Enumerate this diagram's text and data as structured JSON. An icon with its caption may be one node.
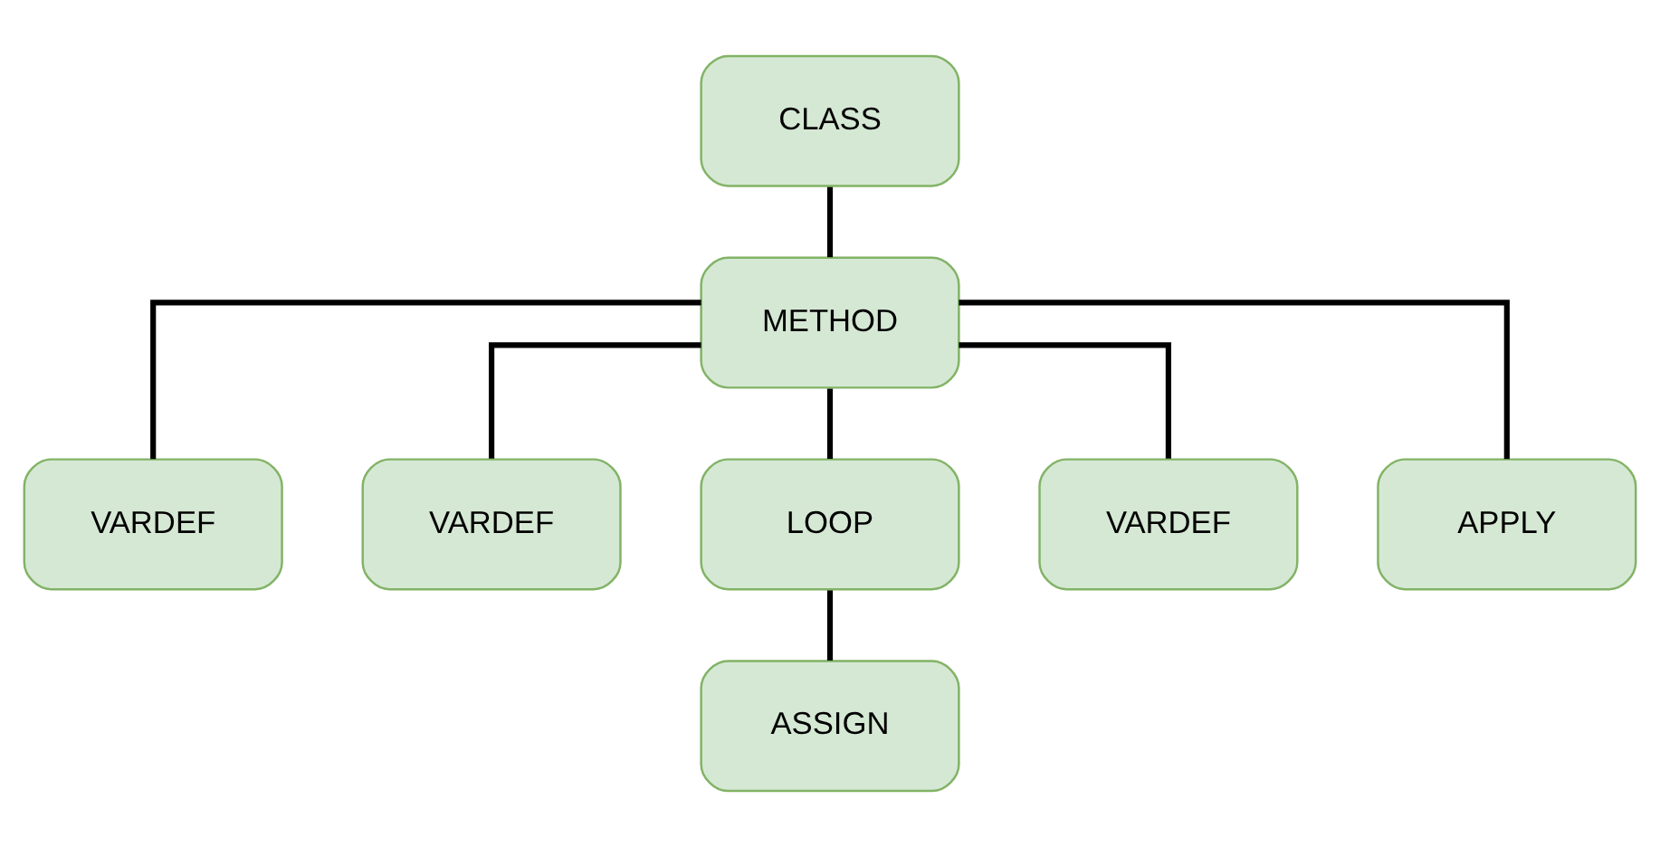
{
  "diagram": {
    "nodes": [
      {
        "text": [
          "CLASS"
        ]
      },
      {
        "text": [
          "METHOD"
        ]
      },
      {
        "text": [
          "VARDEF"
        ]
      },
      {
        "text": [
          "VARDEF"
        ]
      },
      {
        "text": [
          "LOOP"
        ]
      },
      {
        "text": [
          "VARDEF"
        ]
      },
      {
        "text": [
          "APPLY"
        ]
      },
      {
        "text": [
          "ASSIGN"
        ]
      }
    ],
    "edges": [
      {
        "from": 0,
        "to": 1,
        "arrow": "none"
      },
      {
        "from": 1,
        "to": 2,
        "arrow": "none"
      },
      {
        "from": 1,
        "to": 3,
        "arrow": "none"
      },
      {
        "from": 1,
        "to": 4,
        "arrow": "none"
      },
      {
        "from": 1,
        "to": 5,
        "arrow": "none"
      },
      {
        "from": 1,
        "to": 6,
        "arrow": "none"
      },
      {
        "from": 4,
        "to": 7,
        "arrow": "none"
      }
    ]
  }
}
